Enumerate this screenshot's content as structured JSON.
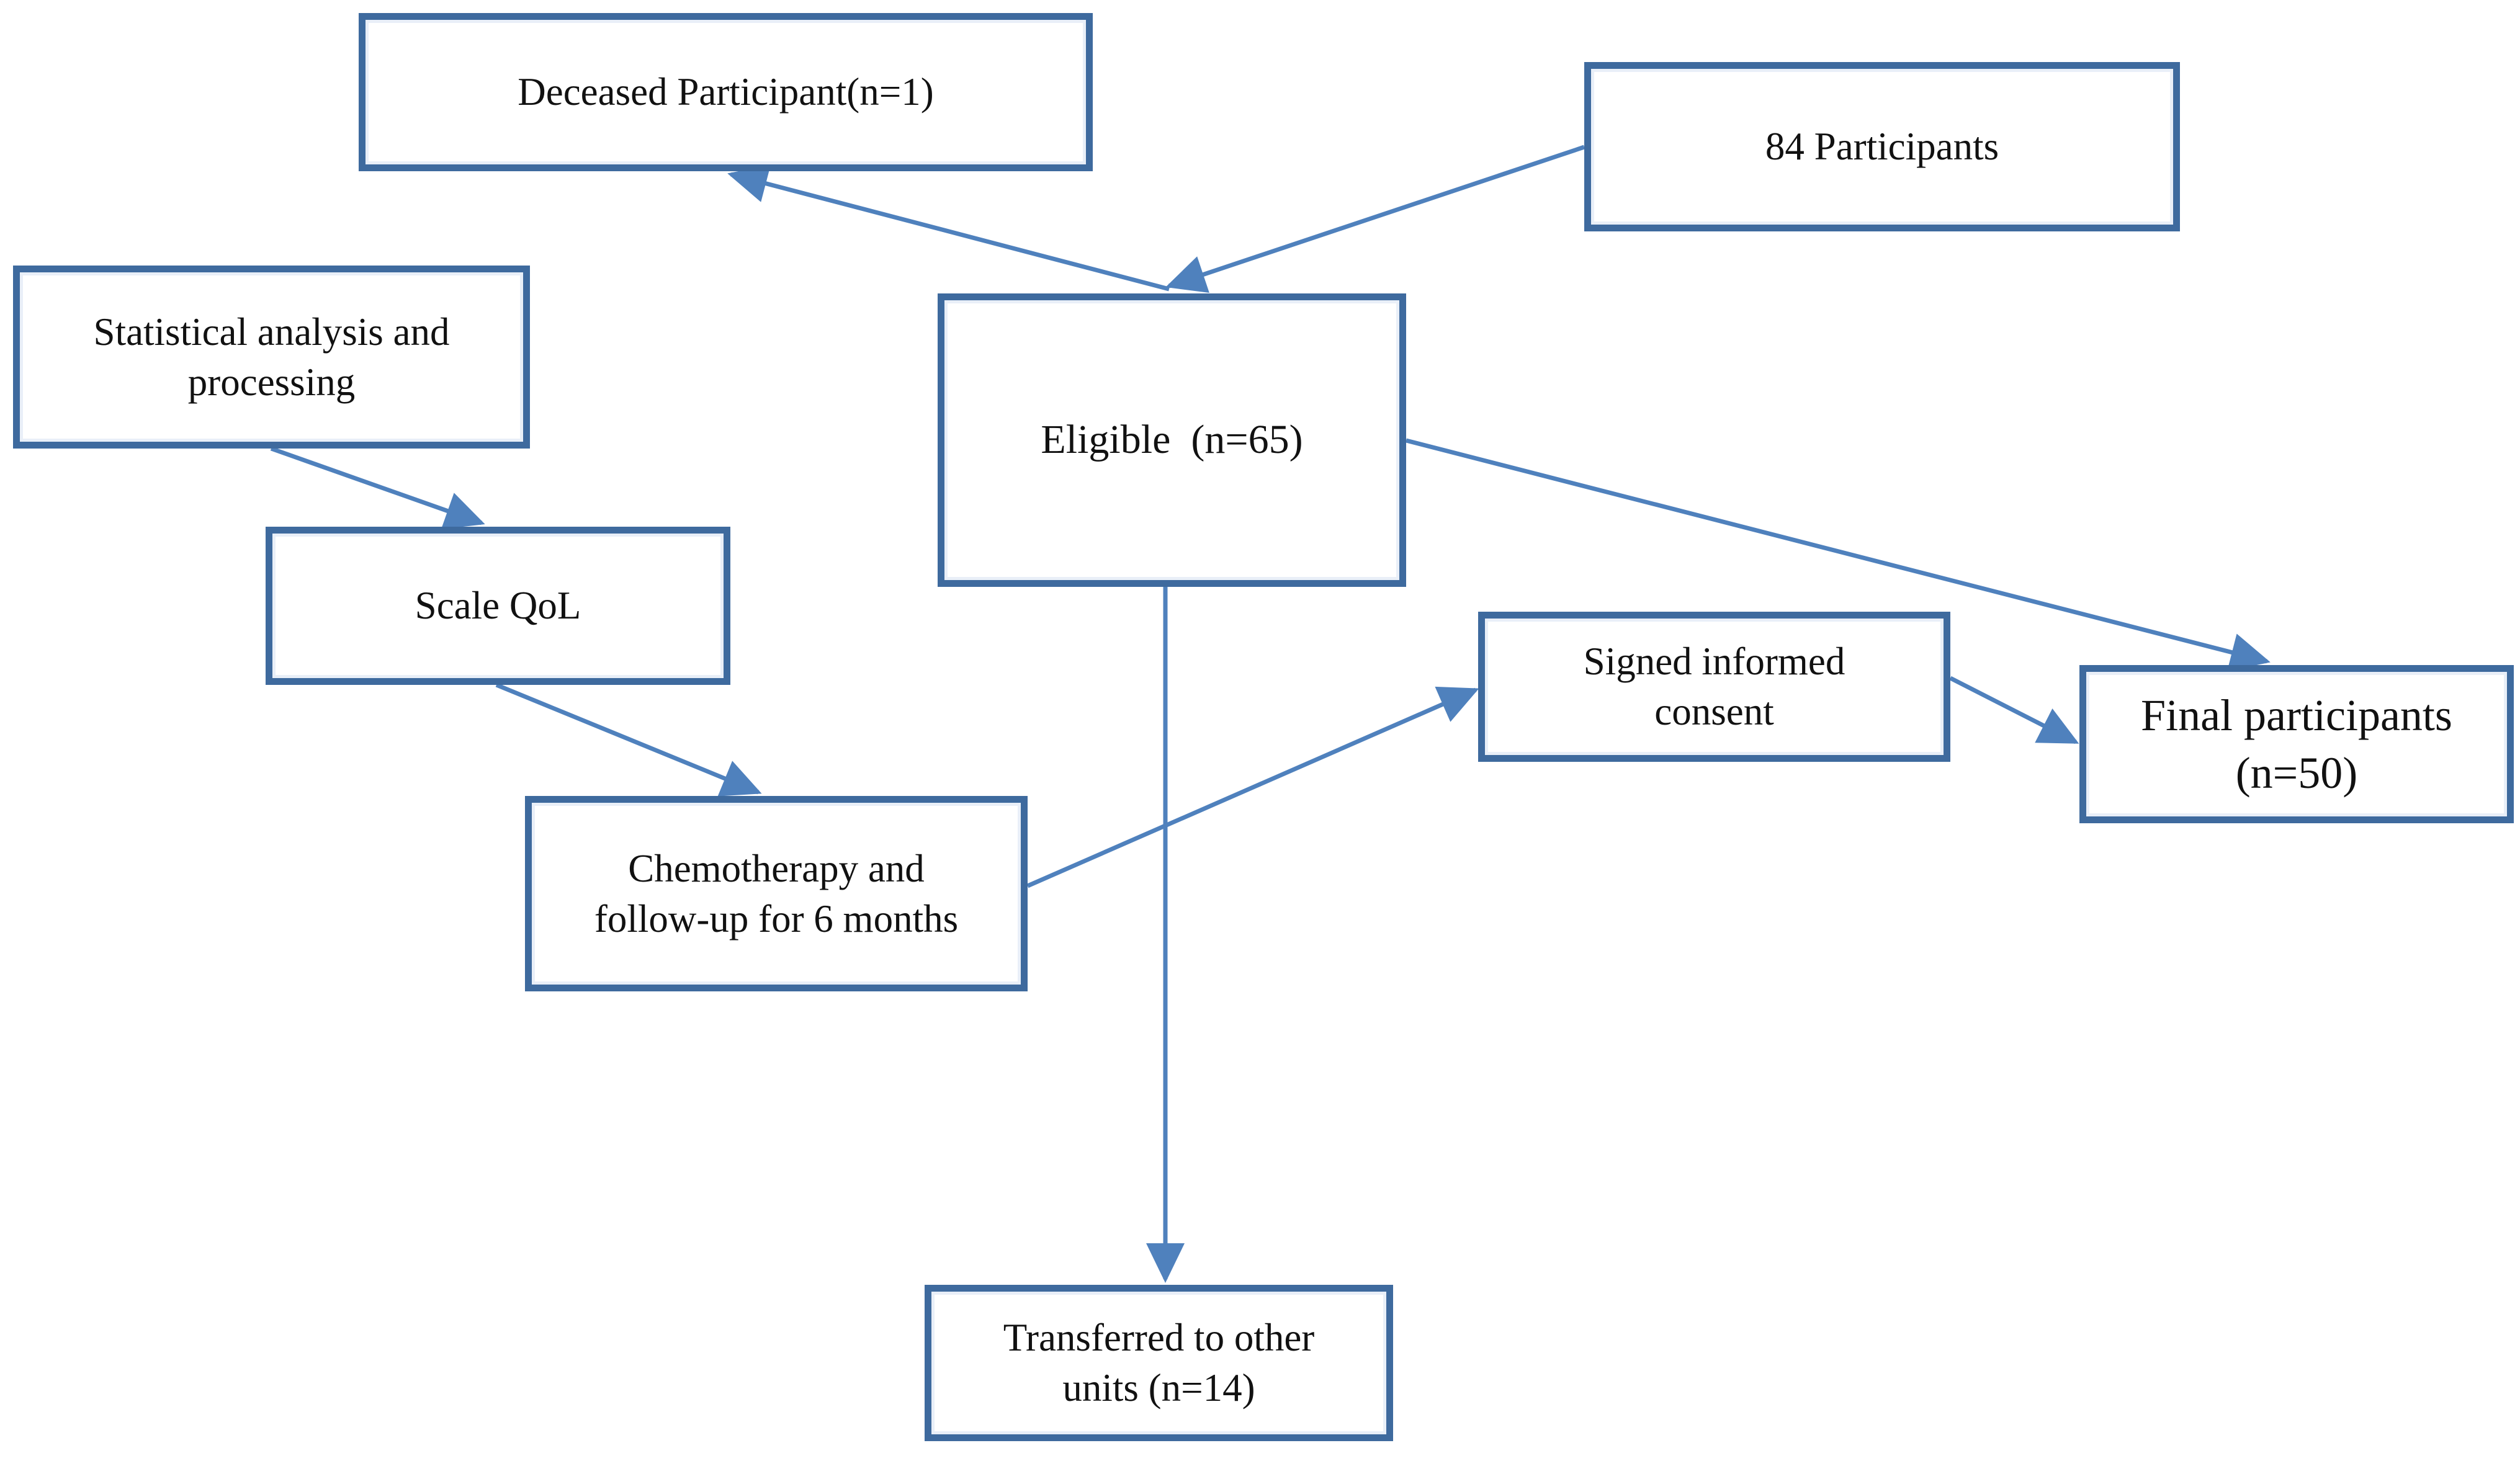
{
  "diagram": {
    "type": "flowchart",
    "background": "#ffffff",
    "colors": {
      "box_border": "#3e6a9e",
      "box_inner_highlight": "#e9eff8",
      "arrow": "#4f81bd",
      "text": "#111111"
    },
    "nodes": [
      {
        "id": "deceased",
        "label": "Deceased Participant(n=1)"
      },
      {
        "id": "p84",
        "label": "84 Participants"
      },
      {
        "id": "statistical",
        "label": "Statistical analysis and\nprocessing"
      },
      {
        "id": "eligible",
        "label": "Eligible  (n=65)"
      },
      {
        "id": "scaleqol",
        "label": "Scale QoL"
      },
      {
        "id": "signed",
        "label": "Signed informed\nconsent"
      },
      {
        "id": "final",
        "label": "Final participants\n(n=50)"
      },
      {
        "id": "chemo",
        "label": "Chemotherapy and\nfollow-up for 6 months"
      },
      {
        "id": "transferred",
        "label": "Transferred to other\nunits (n=14)"
      }
    ],
    "edges": [
      {
        "from": "p84",
        "to": "eligible"
      },
      {
        "from": "eligible",
        "to": "deceased"
      },
      {
        "from": "statistical",
        "to": "scaleqol"
      },
      {
        "from": "scaleqol",
        "to": "chemo"
      },
      {
        "from": "chemo",
        "to": "signed"
      },
      {
        "from": "signed",
        "to": "final"
      },
      {
        "from": "eligible",
        "to": "final"
      },
      {
        "from": "eligible",
        "to": "transferred"
      }
    ]
  }
}
